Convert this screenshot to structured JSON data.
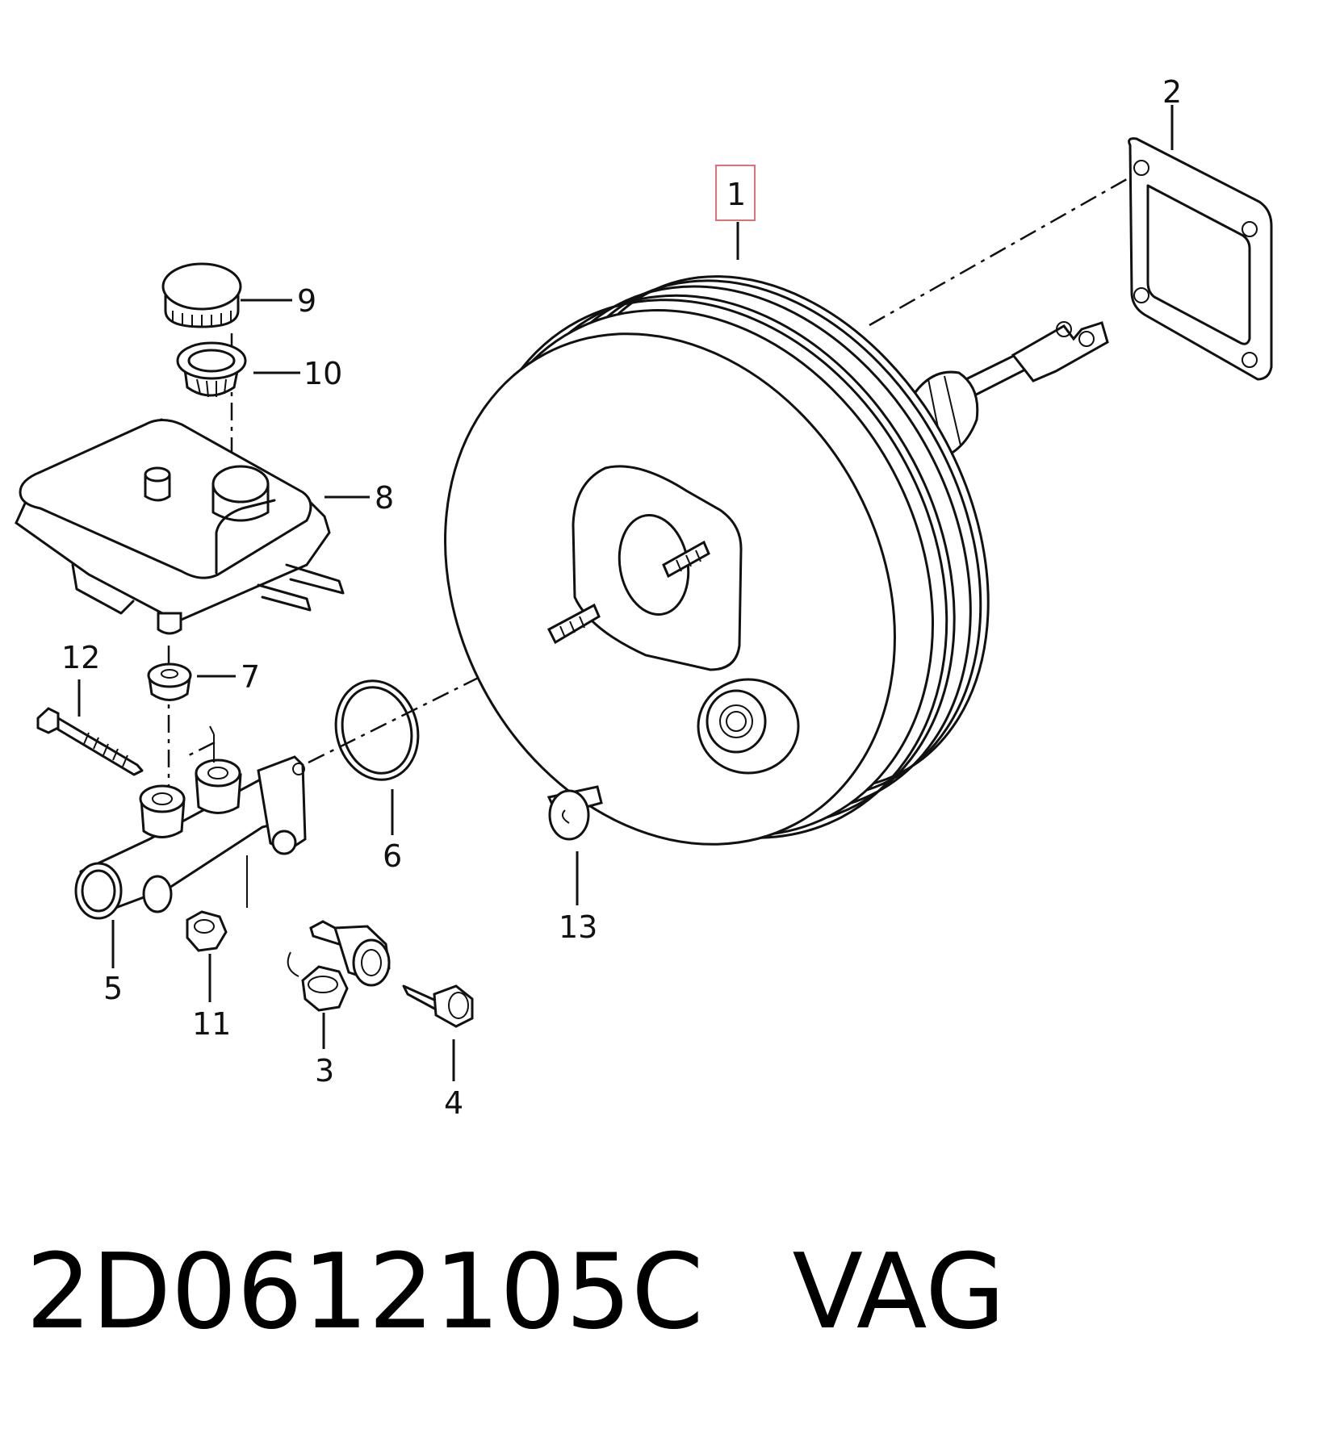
{
  "diagram": {
    "callouts": [
      {
        "id": "1",
        "label": "1",
        "highlighted": true
      },
      {
        "id": "2",
        "label": "2"
      },
      {
        "id": "3",
        "label": "3"
      },
      {
        "id": "4",
        "label": "4"
      },
      {
        "id": "5",
        "label": "5"
      },
      {
        "id": "6",
        "label": "6"
      },
      {
        "id": "7",
        "label": "7"
      },
      {
        "id": "8",
        "label": "8"
      },
      {
        "id": "9",
        "label": "9"
      },
      {
        "id": "10",
        "label": "10"
      },
      {
        "id": "11",
        "label": "11"
      },
      {
        "id": "12",
        "label": "12"
      },
      {
        "id": "13",
        "label": "13"
      }
    ],
    "highlight_color": "#e0707a",
    "line_color": "#111111"
  },
  "caption": {
    "part_number": "2D0612105C",
    "manufacturer": "VAG"
  }
}
